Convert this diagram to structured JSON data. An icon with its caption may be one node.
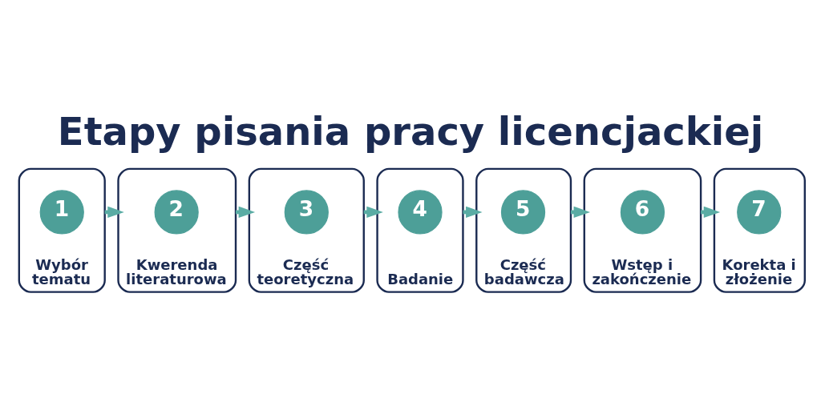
{
  "diagram": {
    "title": "Etapy pisania pracy licencjackiej",
    "nodes": [
      {
        "text": [
          "Wybór tematu"
        ]
      },
      {
        "text": [
          "1"
        ],
        "in": 0
      },
      {
        "text": [
          "Kwerenda literaturowa"
        ]
      },
      {
        "text": [
          "2"
        ],
        "in": 2
      },
      {
        "text": [
          "Część teoretyczna"
        ]
      },
      {
        "text": [
          "3"
        ],
        "in": 4
      },
      {
        "text": [
          "Badanie"
        ]
      },
      {
        "text": [
          "4"
        ],
        "in": 6
      },
      {
        "text": [
          "Część badawcza"
        ]
      },
      {
        "text": [
          "5"
        ],
        "in": 8
      },
      {
        "text": [
          "Wstęp i zakończenie"
        ]
      },
      {
        "text": [
          "6"
        ],
        "in": 10
      },
      {
        "text": [
          "Korekta i złożenie"
        ]
      },
      {
        "text": [
          "7"
        ],
        "in": 12
      }
    ],
    "edges": [
      {
        "from": 0,
        "to": 2,
        "arrow": "to"
      },
      {
        "from": 2,
        "to": 4,
        "arrow": "to"
      },
      {
        "from": 4,
        "to": 6,
        "arrow": "to"
      },
      {
        "from": 6,
        "to": 8,
        "arrow": "to"
      },
      {
        "from": 8,
        "to": 10,
        "arrow": "to"
      },
      {
        "from": 10,
        "to": 12,
        "arrow": "to"
      }
    ]
  }
}
